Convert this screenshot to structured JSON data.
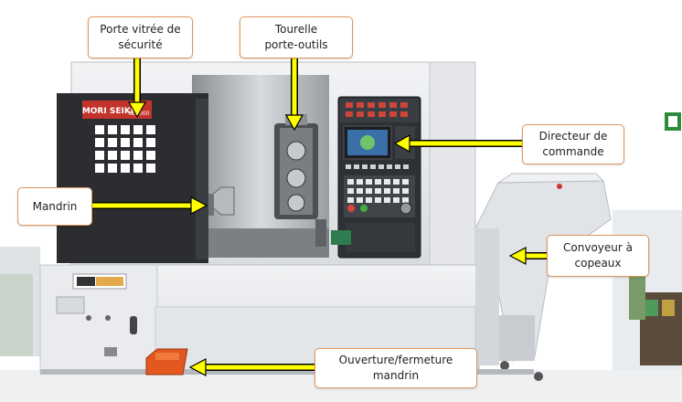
{
  "labels": {
    "porte": "Porte vitrée de\nsécurité",
    "tourelle": "Tourelle\nporte-outils",
    "directeur": "Directeur de\ncommande",
    "mandrin": "Mandrin",
    "convoyeur": "Convoyeur à\ncopeaux",
    "ouverture": "Ouverture/fermeture\nmandrin"
  },
  "machine": {
    "brand_plate": "MORI SEIKI",
    "model_plate": "NL2000"
  },
  "colors": {
    "arrow": "#ffff00",
    "label_border": "#e0955a",
    "cabinet": "#e7e9ec",
    "door": "#2b2d31",
    "pedal": "#e2581f"
  }
}
